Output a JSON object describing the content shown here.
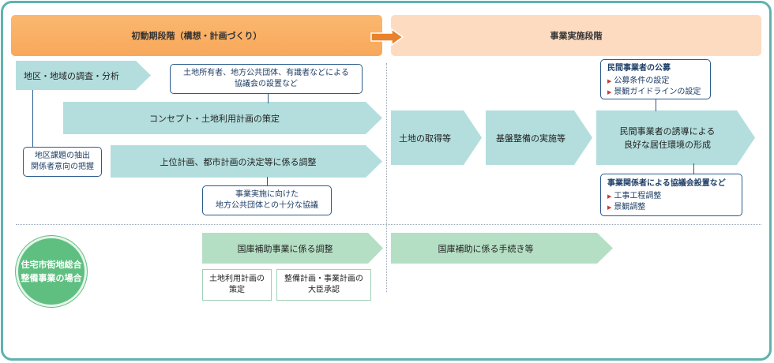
{
  "phases": {
    "initial": "初動期段階（構想・計画づくり）",
    "implementation": "事業実施段階"
  },
  "upper": {
    "district_survey": "地区・地域の調査・分析",
    "concept": "コンセプト・土地利用計画の策定",
    "upper_plan": "上位計画、都市計画の決定等に係る調整",
    "land_acquisition": "土地の取得等",
    "infrastructure": "基盤整備の実施等",
    "private_induction": [
      "民間事業者の誘導による",
      "良好な居住環境の形成"
    ]
  },
  "callouts": {
    "council": [
      "土地所有者、地方公共団体、有識者などによる",
      "協議会の設置など"
    ],
    "issues": [
      "地区課題の抽出",
      "関係者意向の把握"
    ],
    "consult": [
      "事業実施に向けた",
      "地方公共団体との十分な協議"
    ],
    "recruit": {
      "title": "民間事業者の公募",
      "items": [
        "公募条件の設定",
        "景観ガイドラインの設定"
      ]
    },
    "stakeholder": {
      "title": "事業関係者による協議会設置など",
      "items": [
        "工事工程調整",
        "景観調整"
      ]
    }
  },
  "lower": {
    "case": [
      "住宅市街地総合",
      "整備事業の場合"
    ],
    "national_coord": "国庫補助事業に係る調整",
    "national_procedure": "国庫補助に係る手続き等",
    "land_use_plan": [
      "土地利用計画の",
      "策定"
    ],
    "approval": [
      "整備計画・事業計画の",
      "大臣承認"
    ]
  }
}
